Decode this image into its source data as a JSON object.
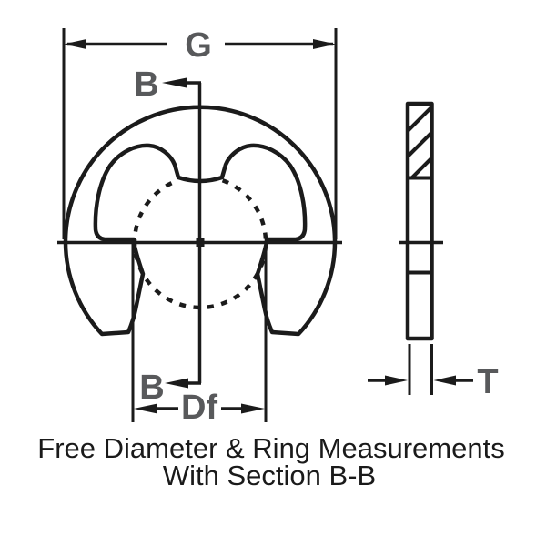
{
  "labels": {
    "g": "G",
    "b_top": "B",
    "b_bottom": "B",
    "df": "Df",
    "t": "T"
  },
  "caption": {
    "line1": "Free Diameter & Ring Measurements",
    "line2": "With Section B-B"
  },
  "colors": {
    "line": "#1b1b1b",
    "label": "#58595B",
    "background": "#ffffff"
  }
}
